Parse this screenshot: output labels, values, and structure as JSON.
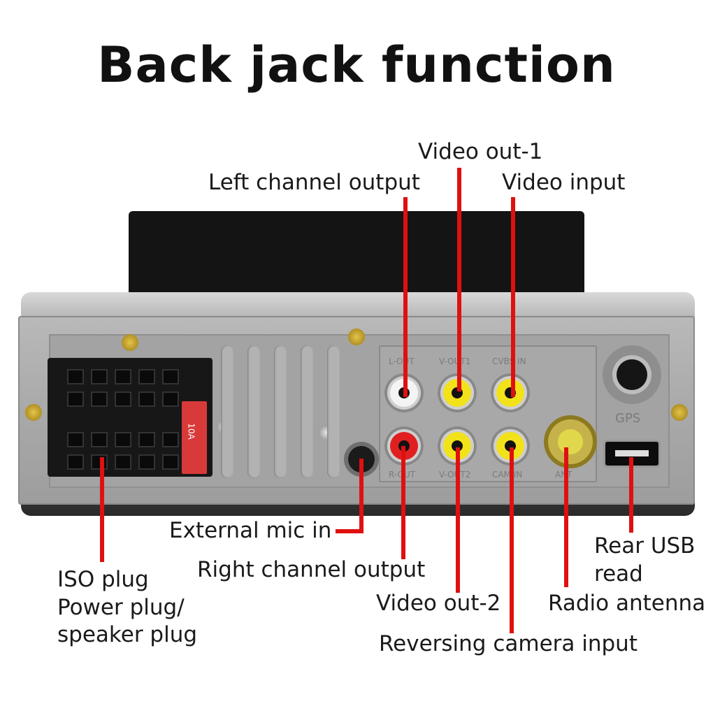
{
  "title": "Back jack function",
  "labels": {
    "video_out_1": "Video out-1",
    "left_channel_output": "Left channel output",
    "video_input": "Video input",
    "external_mic_in": "External mic in",
    "right_channel_output": "Right channel output",
    "iso_plug_line1": "ISO plug",
    "iso_plug_line2": "Power plug/",
    "iso_plug_line3": "speaker plug",
    "video_out_2": "Video out-2",
    "reversing_camera_input": "Reversing camera input",
    "rear_usb_line1": "Rear USB",
    "rear_usb_line2": "read",
    "radio_antenna": "Radio antenna"
  },
  "panel_marks": {
    "l_out": "L-OUT",
    "v_out1": "V-OUT1",
    "cvbs_in": "CVBS IN",
    "r_out": "R-OUT",
    "v_out2": "V-OUT2",
    "cam_in": "CAM IN",
    "ant": "ANT",
    "gps": "GPS",
    "fuse": "10A"
  },
  "colors": {
    "leader_line": "#e01010",
    "rca_yellow": "#f2e21a",
    "rca_red": "#e02020",
    "rca_white": "#f4f4f4"
  }
}
